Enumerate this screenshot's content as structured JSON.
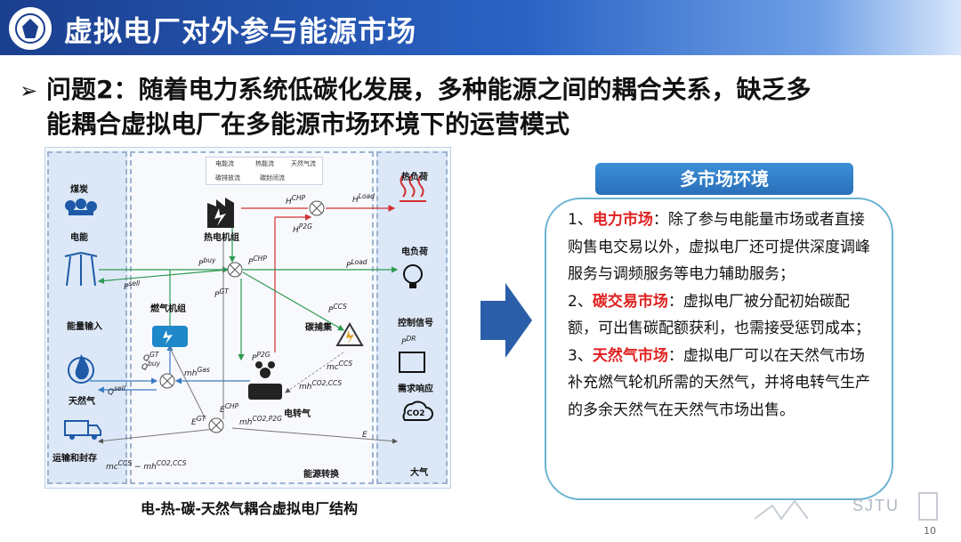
{
  "header": {
    "title": "虚拟电厂对外参与能源市场"
  },
  "question": {
    "bullet": "➢",
    "line1": "问题2：随着电力系统低碳化发展，多种能源之间的耦合关系，缺乏多",
    "line2": "能耦合虚拟电厂在多能源市场环境下的运营模式"
  },
  "diagram": {
    "caption": "电-热-碳-天然气耦合虚拟电厂结构",
    "left_labels": {
      "coal": "煤炭",
      "electricity": "电能",
      "energy_input": "能量输入",
      "gas": "天然气",
      "transport": "运输和封存"
    },
    "mid_labels": {
      "chp": "热电机组",
      "gas_turbine": "燃气机组",
      "carbon_capture": "碳捕集",
      "p2g": "电转气",
      "conversion": "能源转换"
    },
    "right_labels": {
      "heat_load": "热负荷",
      "elec_load": "电负荷",
      "control": "控制信号",
      "demand": "需求响应",
      "atmosphere": "大气"
    },
    "legend": [
      "电能流",
      "热能流",
      "天然气流",
      "碳排放流",
      "碳封闭流"
    ],
    "symbols": {
      "h_chp": "H",
      "h_chp_sup": "CHP",
      "h_load": "H",
      "h_load_sup": "Load",
      "h_p2g": "H",
      "h_p2g_sup": "P2G",
      "p_buy": "P",
      "p_buy_sup": "buy",
      "p_chp": "P",
      "p_chp_sup": "CHP",
      "p_load": "P",
      "p_load_sup": "Load",
      "p_sell": "P",
      "p_sell_sup": "sell",
      "p_gt": "P",
      "p_gt_sup": "GT",
      "p_ccs": "P",
      "p_ccs_sup": "CCS",
      "p_dr": "P",
      "p_dr_sup": "DR",
      "q_buy": "Q",
      "q_buy_sup": "buy",
      "q_gt": "Q",
      "q_gt_sup": "GT",
      "q_sell": "Q",
      "q_sell_sup": "sell",
      "mh_gas": "mh",
      "mh_gas_sup": "Gas",
      "p_p2g": "P",
      "p_p2g_sup": "P2G",
      "mc_ccs": "mc",
      "mc_ccs_sup": "CCS",
      "e_chp": "E",
      "e_chp_sup": "CHP",
      "e_gt": "E",
      "e_gt_sup": "GT",
      "mh_co2": "mh",
      "mh_co2_sup": "CO2,P2G",
      "mh_co2ccs": "mh",
      "mh_co2ccs_sup": "CO2,CCS",
      "e_out": "E",
      "mc_bottom": "mc",
      "mc_bottom_sup": "CCS",
      "mh_bottom": "− mh",
      "mh_bottom_sup": "CO2,CCS"
    },
    "co2_label": "CO2"
  },
  "right_box": {
    "title": "多市场环境",
    "item1": {
      "num": "1、",
      "kw": "电力市场",
      "text": "：除了参与电能量市场或者直接购售电交易以外，虚拟电厂还可提供深度调峰服务与调频服务等电力辅助服务；"
    },
    "item2": {
      "num": "2、",
      "kw": "碳交易市场",
      "text": "：虚拟电厂被分配初始碳配额，可出售碳配额获利，也需接受惩罚成本；"
    },
    "item3": {
      "num": "3、",
      "kw": "天然气市场",
      "text": "：虚拟电厂可以在天然气市场补充燃气轮机所需的天然气，并将电转气生产的多余天然气在天然气市场出售。"
    }
  },
  "footer": {
    "logo_text": "SJTU",
    "page": "10"
  },
  "colors": {
    "header": "#1b3f8f",
    "keyword": "#e02020",
    "box_border": "#6ab3d1",
    "arrow": "#2a5ea8"
  }
}
